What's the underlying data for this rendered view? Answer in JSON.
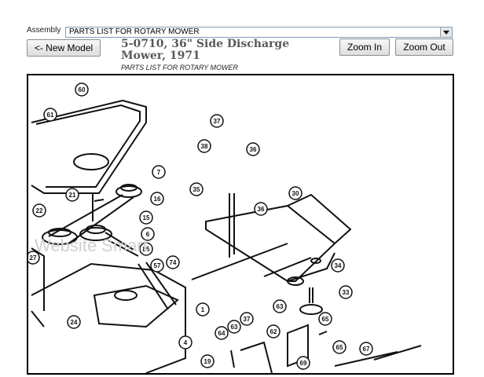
{
  "assembly": {
    "label": "Assembly",
    "selected": "PARTS LIST FOR ROTARY MOWER"
  },
  "toolbar": {
    "new_model_label": "<- New Model",
    "zoom_in_label": "Zoom In",
    "zoom_out_label": "Zoom Out"
  },
  "model": {
    "title": "5-0710, 36\" Side Discharge Mower, 1971",
    "subtitle": "PARTS LIST FOR ROTARY MOWER"
  },
  "diagram": {
    "watermark": "Website Smart",
    "callouts": [
      "60",
      "61",
      "37",
      "38",
      "36",
      "35",
      "30",
      "7",
      "16",
      "22",
      "21",
      "15",
      "6",
      "85",
      "36",
      "27",
      "57",
      "74",
      "34",
      "33",
      "63",
      "65",
      "24",
      "37",
      "63",
      "64",
      "62",
      "4",
      "1",
      "19",
      "65",
      "67",
      "69"
    ]
  }
}
